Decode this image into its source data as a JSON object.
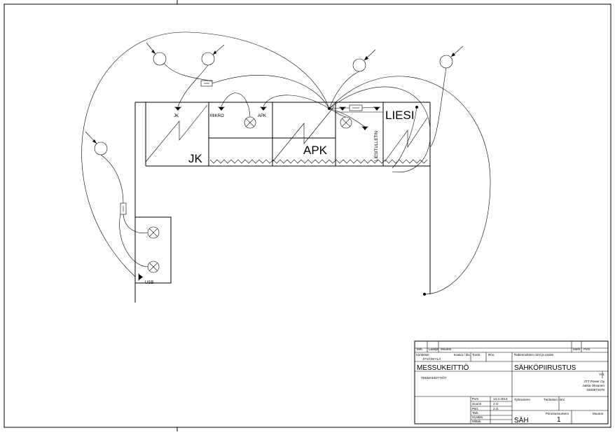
{
  "plan": {
    "labels": {
      "jk_big": "JK",
      "apk_big": "APK",
      "liesi_big": "LIESI",
      "jk_small": "JK",
      "mikro": "MIKRO",
      "apk_small": "APK",
      "liesitulletin": "LIESITULLETIN",
      "usb": "USB"
    }
  },
  "title_block": {
    "top_row": {
      "tark": "Tark.",
      "laatija": "Laatija",
      "muutos": "Muutos",
      "mark": "Merk.",
      "pvm": "Pvm"
    },
    "row2": {
      "kiinteisto": "Kiinteistö",
      "asemakaava": "Kaava / tila",
      "tontti": "Tontti",
      "rno": "Rno",
      "rakennus": "Rakennuksen nimi ja osoite",
      "location": "JYVÄSKYLÄ"
    },
    "project_title": "MESSUKEITTIÖ",
    "drawing_title": "SÄHKÖPIIRUSTUS",
    "subtitle": "TEEMAKEITTIÖT",
    "company": {
      "label": "Yrit.",
      "name": "JTT Power Oy",
      "person": "Jukka Oksanen",
      "phone": "0400571678"
    },
    "meta": {
      "pvm_label": "Pvm",
      "pvm_value": "13.3.2014",
      "suunn_label": "Suunn.",
      "suunn_value": "J.O.",
      "piirt_label": "Piirt.",
      "piirt_value": "J.O.",
      "tark_label": "Tark.",
      "hyv_label": "Hyväks.",
      "mk_label": "Mittak."
    },
    "bottom": {
      "tyonumero_label": "Työnumero",
      "tiedosto_label": "Tiedoston nimi",
      "code": "SÄH",
      "piirustus_label": "Piirustusnumero",
      "muutos_label": "Muutos",
      "sheet_number": "1"
    }
  }
}
